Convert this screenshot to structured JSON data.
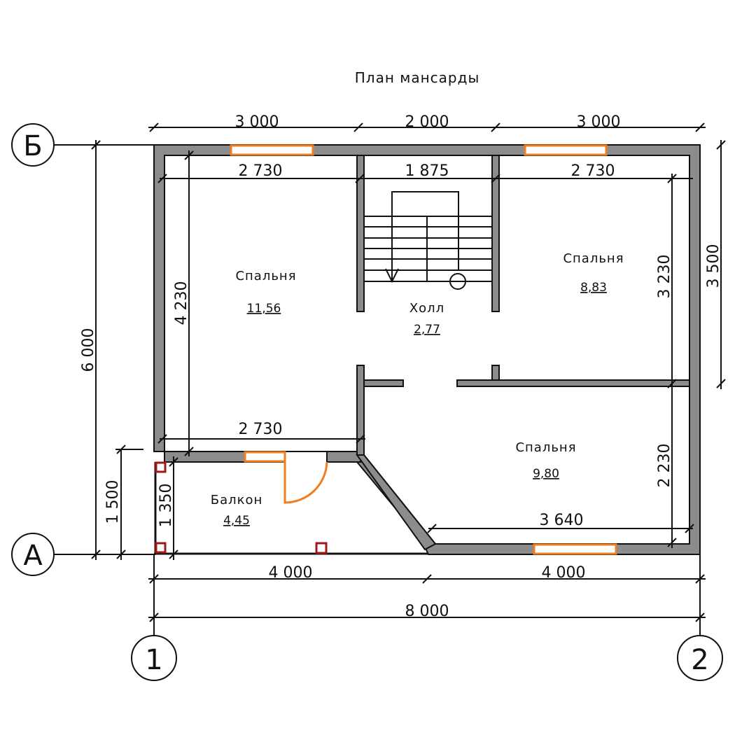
{
  "title": "План мансарды",
  "axes": {
    "b": "Б",
    "a": "А",
    "one": "1",
    "two": "2"
  },
  "rooms": [
    {
      "name": "Спальня",
      "area": "11,56"
    },
    {
      "name": "Холл",
      "area": "2,77"
    },
    {
      "name": "Спальня",
      "area": "8,83"
    },
    {
      "name": "Спальня",
      "area": "9,80"
    },
    {
      "name": "Балкон",
      "area": "4,45"
    }
  ],
  "dimensions": {
    "top": [
      "3 000",
      "2 000",
      "3 000"
    ],
    "inner_top": [
      "2 730",
      "1 875",
      "2 730"
    ],
    "left_total": "6 000",
    "left_balcony": "1 500",
    "bedroom_left_depth": "4 230",
    "balcony_depth": "1 350",
    "right_total": "3 500",
    "right_upper": "3 230",
    "right_lower": "2 230",
    "inner_lower_left": "2 730",
    "inner_lower_right": "3 640",
    "bottom": [
      "4 000",
      "4 000"
    ],
    "total_width": "8 000"
  },
  "colors": {
    "wall": "#8c8c8c",
    "window": "#f07d1e",
    "column": "#a01818"
  }
}
